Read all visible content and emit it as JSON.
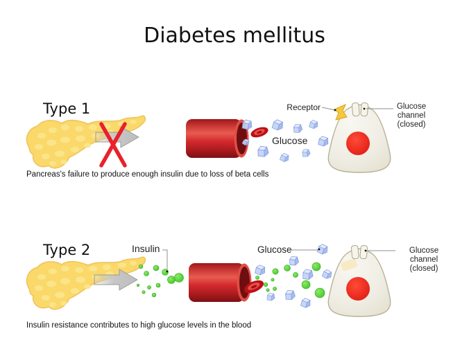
{
  "title": "Diabetes mellitus",
  "colors": {
    "pancreas": "#fbd86a",
    "pancreas_bump": "#fce78f",
    "insulin_green": "#3dc424",
    "glucose_blue": "#c3d3f6",
    "vessel_red": "#d1262b",
    "nucleus_red": "#e01b12",
    "cell_beige": "#efede3",
    "receptor_yellow": "#f5c93e",
    "arrow_gray": "#c7c7c7",
    "cross_red": "#e8212b"
  },
  "type1": {
    "label": "Type 1",
    "caption": "Pancreas's failure to produce  enough insulin due to loss of beta cells",
    "glucose_label": "Glucose",
    "receptor_label": "Receptor",
    "channel_label": "Glucose\nchannel\n(closed)"
  },
  "type2": {
    "label": "Type 2",
    "caption": "Insulin resistance contributes to high glucose levels in the blood",
    "insulin_label": "Insulin",
    "glucose_label": "Glucose",
    "channel_label": "Glucose channel\n(closed)"
  }
}
